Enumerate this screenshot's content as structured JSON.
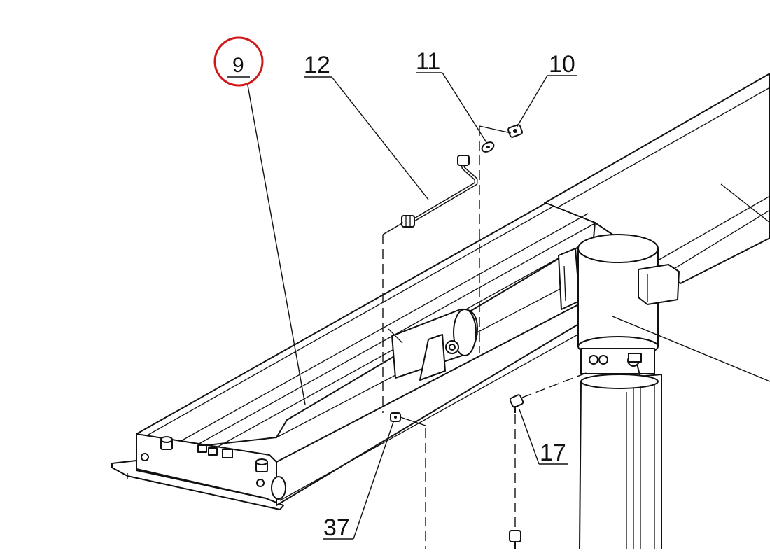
{
  "diagram": {
    "type": "exploded-parts-drawing",
    "highlight_color": "#d01818",
    "line_color": "#111111",
    "highlighted_callout": "9",
    "callouts": [
      {
        "id": "9",
        "text": "9"
      },
      {
        "id": "12",
        "text": "12"
      },
      {
        "id": "11",
        "text": "11"
      },
      {
        "id": "10",
        "text": "10"
      },
      {
        "id": "17",
        "text": "17"
      },
      {
        "id": "37",
        "text": "37"
      }
    ]
  }
}
